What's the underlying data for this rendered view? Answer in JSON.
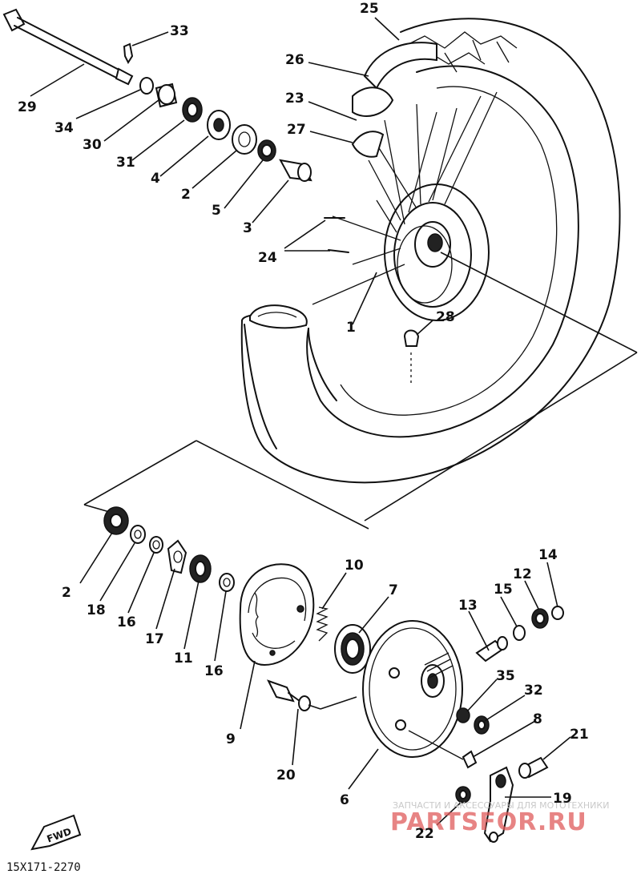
{
  "callouts": [
    {
      "id": "c25",
      "text": "25"
    },
    {
      "id": "c26",
      "text": "26"
    },
    {
      "id": "c23",
      "text": "23"
    },
    {
      "id": "c27",
      "text": "27"
    },
    {
      "id": "c33",
      "text": "33"
    },
    {
      "id": "c29",
      "text": "29"
    },
    {
      "id": "c34",
      "text": "34"
    },
    {
      "id": "c30",
      "text": "30"
    },
    {
      "id": "c31",
      "text": "31"
    },
    {
      "id": "c4",
      "text": "4"
    },
    {
      "id": "c2a",
      "text": "2"
    },
    {
      "id": "c5",
      "text": "5"
    },
    {
      "id": "c3",
      "text": "3"
    },
    {
      "id": "c24",
      "text": "24"
    },
    {
      "id": "c1",
      "text": "1"
    },
    {
      "id": "c28",
      "text": "28"
    },
    {
      "id": "c2b",
      "text": "2"
    },
    {
      "id": "c18",
      "text": "18"
    },
    {
      "id": "c16a",
      "text": "16"
    },
    {
      "id": "c17",
      "text": "17"
    },
    {
      "id": "c11",
      "text": "11"
    },
    {
      "id": "c16b",
      "text": "16"
    },
    {
      "id": "c9",
      "text": "9"
    },
    {
      "id": "c10",
      "text": "10"
    },
    {
      "id": "c7",
      "text": "7"
    },
    {
      "id": "c20",
      "text": "20"
    },
    {
      "id": "c6",
      "text": "6"
    },
    {
      "id": "c13",
      "text": "13"
    },
    {
      "id": "c15",
      "text": "15"
    },
    {
      "id": "c12",
      "text": "12"
    },
    {
      "id": "c14",
      "text": "14"
    },
    {
      "id": "c35",
      "text": "35"
    },
    {
      "id": "c32",
      "text": "32"
    },
    {
      "id": "c8",
      "text": "8"
    },
    {
      "id": "c21",
      "text": "21"
    },
    {
      "id": "c19",
      "text": "19"
    },
    {
      "id": "c22",
      "text": "22"
    }
  ],
  "fwd_label": "FWD",
  "diagram_code": "15X171-2270",
  "watermark": {
    "tagline": "ЗАПЧАСТИ И АКСЕССУАРЫ ДЛЯ МОТОТЕХНИКИ",
    "brand": "PARTSFOR.RU"
  }
}
